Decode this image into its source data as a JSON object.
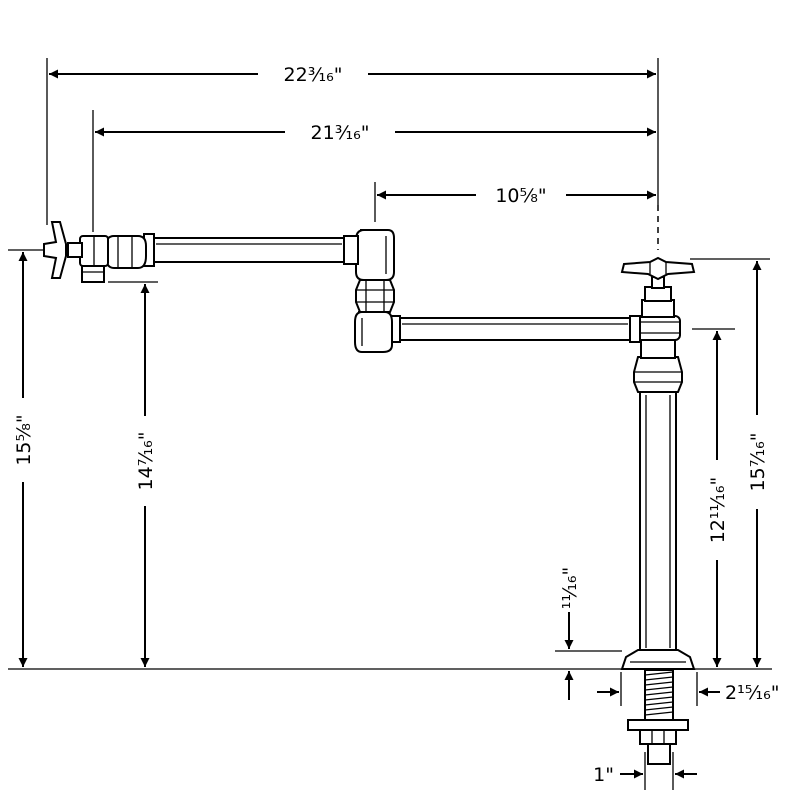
{
  "dimensions": {
    "overall_reach": "22³⁄₁₆\"",
    "spout_reach": "21³⁄₁₆\"",
    "joint_to_center": "10⁵⁄₈\"",
    "outlet_total_height": "15⁵⁄₈\"",
    "outlet_clearance": "14⁷⁄₁₆\"",
    "handle_height": "15⁷⁄₁₆\"",
    "body_height": "12¹¹⁄₁₆\"",
    "flange_height": "¹¹⁄₁₆\"",
    "flange_diameter": "2¹⁵⁄₁₆\"",
    "shank_diameter": "1\""
  }
}
